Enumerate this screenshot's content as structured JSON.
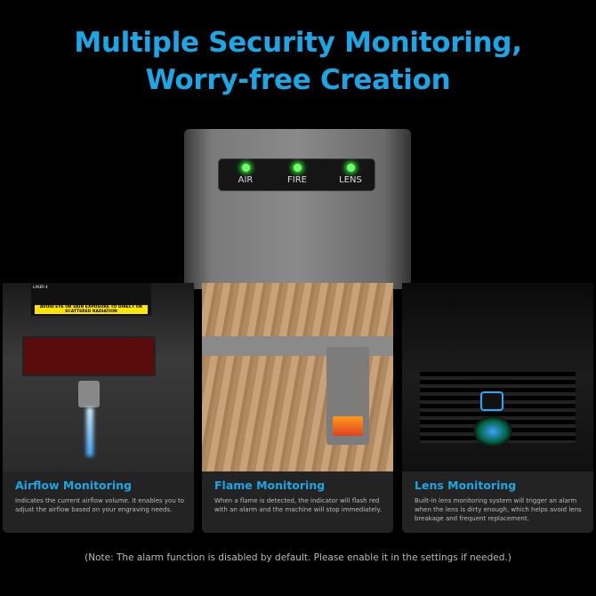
{
  "header": {
    "line1": "Multiple Security Monitoring,",
    "line2": "Worry-free Creation"
  },
  "device": {
    "indicators": [
      {
        "label": "AIR",
        "color": "#6dff6d"
      },
      {
        "label": "FIRE",
        "color": "#6dff6d"
      },
      {
        "label": "LENS",
        "color": "#6dff6d"
      }
    ]
  },
  "cards": [
    {
      "title": "Airflow Monitoring",
      "desc": "Indicates the current airflow volume. It enables you to adjust the airflow based on your engraving needs.",
      "label_warning": "AVOID EYE OR SKIN EXPOSURE TO DIRECT OR SCATTERED RADIATION",
      "label_text": "LASER 4"
    },
    {
      "title": "Flame Monitoring",
      "desc": "When a flame is detected, the indicator will flash red with an alarm and the machine will stop immediately."
    },
    {
      "title": "Lens Monitoring",
      "desc": "Built-in lens monitoring system will trigger an alarm when the lens is dirty enough, which helps avoid lens breakage and frequent replacement."
    }
  ],
  "note": "(Note: The alarm function is disabled by default. Please enable it in the settings if needed.)",
  "colors": {
    "accent": "#1ba6e6",
    "background": "#000000",
    "card": "#232323"
  }
}
